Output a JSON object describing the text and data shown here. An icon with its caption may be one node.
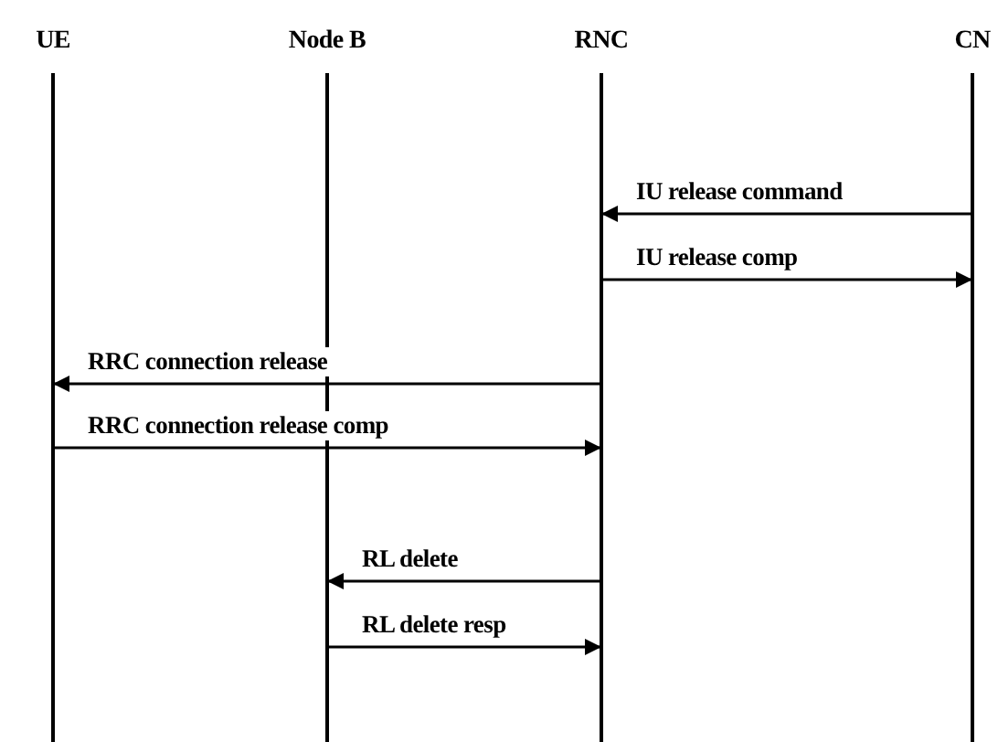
{
  "diagram": {
    "nodes": [
      {
        "text": [
          "UE"
        ]
      },
      {
        "text": [
          "Node B"
        ]
      },
      {
        "text": [
          "RNC"
        ]
      },
      {
        "text": [
          "CN"
        ]
      }
    ],
    "edges": [
      {
        "from": 3,
        "to": 2,
        "arrow": "to",
        "label": "IU release command"
      },
      {
        "from": 2,
        "to": 3,
        "arrow": "to",
        "label": "IU release comp"
      },
      {
        "from": 2,
        "to": 0,
        "arrow": "to",
        "label": "RRC connection release"
      },
      {
        "from": 0,
        "to": 2,
        "arrow": "to",
        "label": "RRC connection release comp"
      },
      {
        "from": 2,
        "to": 1,
        "arrow": "to",
        "label": "RL delete"
      },
      {
        "from": 1,
        "to": 2,
        "arrow": "to",
        "label": "RL delete resp"
      }
    ]
  }
}
